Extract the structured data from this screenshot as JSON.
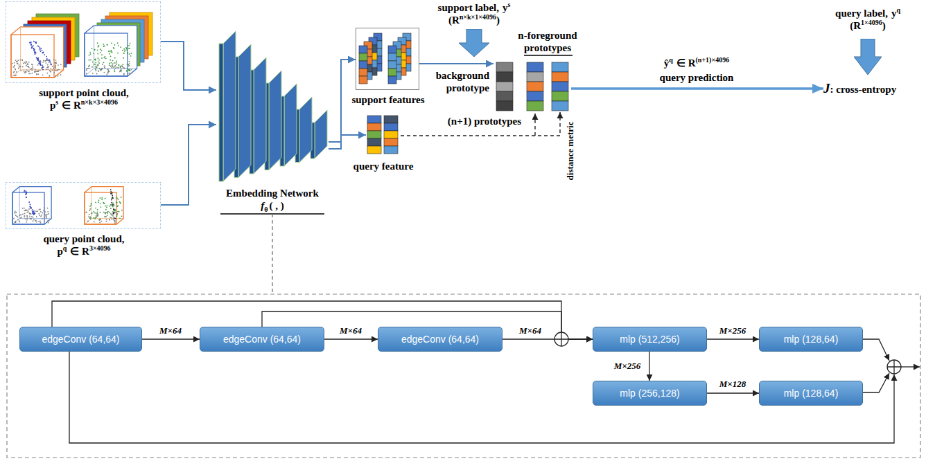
{
  "diagram": {
    "nodes": [
      {
        "text": [
          "support point cloud,",
          "p",
          "s",
          "∈ R",
          "n×k×3×4096"
        ]
      },
      {
        "text": [
          "query point cloud,",
          "p",
          "q",
          "∈ R",
          "3×4096"
        ]
      },
      {
        "text": [
          "Embedding Network",
          "f",
          "θ",
          "( , )"
        ]
      },
      {
        "text": [
          "support features"
        ]
      },
      {
        "text": [
          "query feature"
        ]
      },
      {
        "text": [
          "support label,",
          "y",
          "s",
          "(R",
          "n×k×1×4096",
          ")"
        ]
      },
      {
        "text": [
          "n-foreground prototypes",
          "background prototype",
          "(n+1) prototypes"
        ]
      },
      {
        "text": [
          "query label,",
          "y",
          "q",
          "(R",
          "1×4096",
          ")"
        ]
      },
      {
        "text": [
          "J",
          ": cross-entropy"
        ]
      },
      {
        "text": [
          "edgeConv (64,64)"
        ]
      },
      {
        "text": [
          "edgeConv (64,64)"
        ]
      },
      {
        "text": [
          "edgeConv (64,64)"
        ]
      },
      {
        "text": [
          "mlp (512,256)"
        ]
      },
      {
        "text": [
          "mlp (128,64)"
        ]
      },
      {
        "text": [
          "mlp (256,128)"
        ]
      },
      {
        "text": [
          "mlp (128,64)"
        ]
      }
    ],
    "edges": [
      {
        "from": 0,
        "to": 2,
        "arrow": "to"
      },
      {
        "from": 1,
        "to": 2,
        "arrow": "to"
      },
      {
        "from": 2,
        "to": 3,
        "arrow": "to"
      },
      {
        "from": 2,
        "to": 4,
        "arrow": "to"
      },
      {
        "from": 3,
        "to": 6,
        "arrow": "to"
      },
      {
        "from": 4,
        "to": 6,
        "arrow": "to",
        "label": "distance metric"
      },
      {
        "from": 6,
        "to": 8,
        "arrow": "to",
        "label": "query prediction"
      },
      {
        "from": 9,
        "to": 10,
        "arrow": "to",
        "label": "M×64"
      },
      {
        "from": 10,
        "to": 11,
        "arrow": "to",
        "label": "M×64"
      },
      {
        "from": 11,
        "to": 12,
        "arrow": "to",
        "label": "M×64"
      },
      {
        "from": 9,
        "to": 12,
        "arrow": "to"
      },
      {
        "from": 10,
        "to": 12,
        "arrow": "to"
      },
      {
        "from": 12,
        "to": 13,
        "arrow": "to",
        "label": "M×256"
      },
      {
        "from": 12,
        "to": 14,
        "arrow": "to",
        "label": "M×256"
      },
      {
        "from": 14,
        "to": 15,
        "arrow": "to",
        "label": "M×128"
      }
    ],
    "labels": [
      "ŷ",
      "q",
      "∈ R",
      "(n+1)×4096"
    ]
  }
}
